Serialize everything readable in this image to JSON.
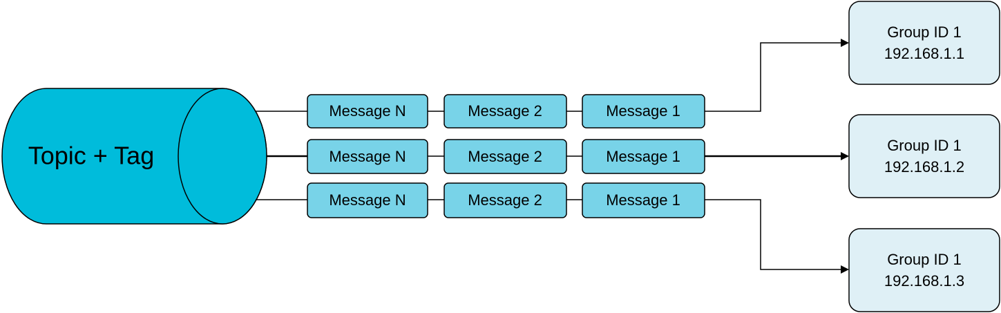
{
  "colors": {
    "cylinder": "#00BCDB",
    "message": "#78D3E8",
    "group": "#DFF0F6",
    "line": "#000000"
  },
  "topic": {
    "label": "Topic + Tag"
  },
  "queues": [
    {
      "messages": [
        "Message N",
        "Message 2",
        "Message 1"
      ]
    },
    {
      "messages": [
        "Message N",
        "Message 2",
        "Message 1"
      ]
    },
    {
      "messages": [
        "Message N",
        "Message 2",
        "Message 1"
      ]
    }
  ],
  "groups": [
    {
      "id_label": "Group ID 1",
      "ip": "192.168.1.1"
    },
    {
      "id_label": "Group ID 1",
      "ip": "192.168.1.2"
    },
    {
      "id_label": "Group ID 1",
      "ip": "192.168.1.3"
    }
  ]
}
